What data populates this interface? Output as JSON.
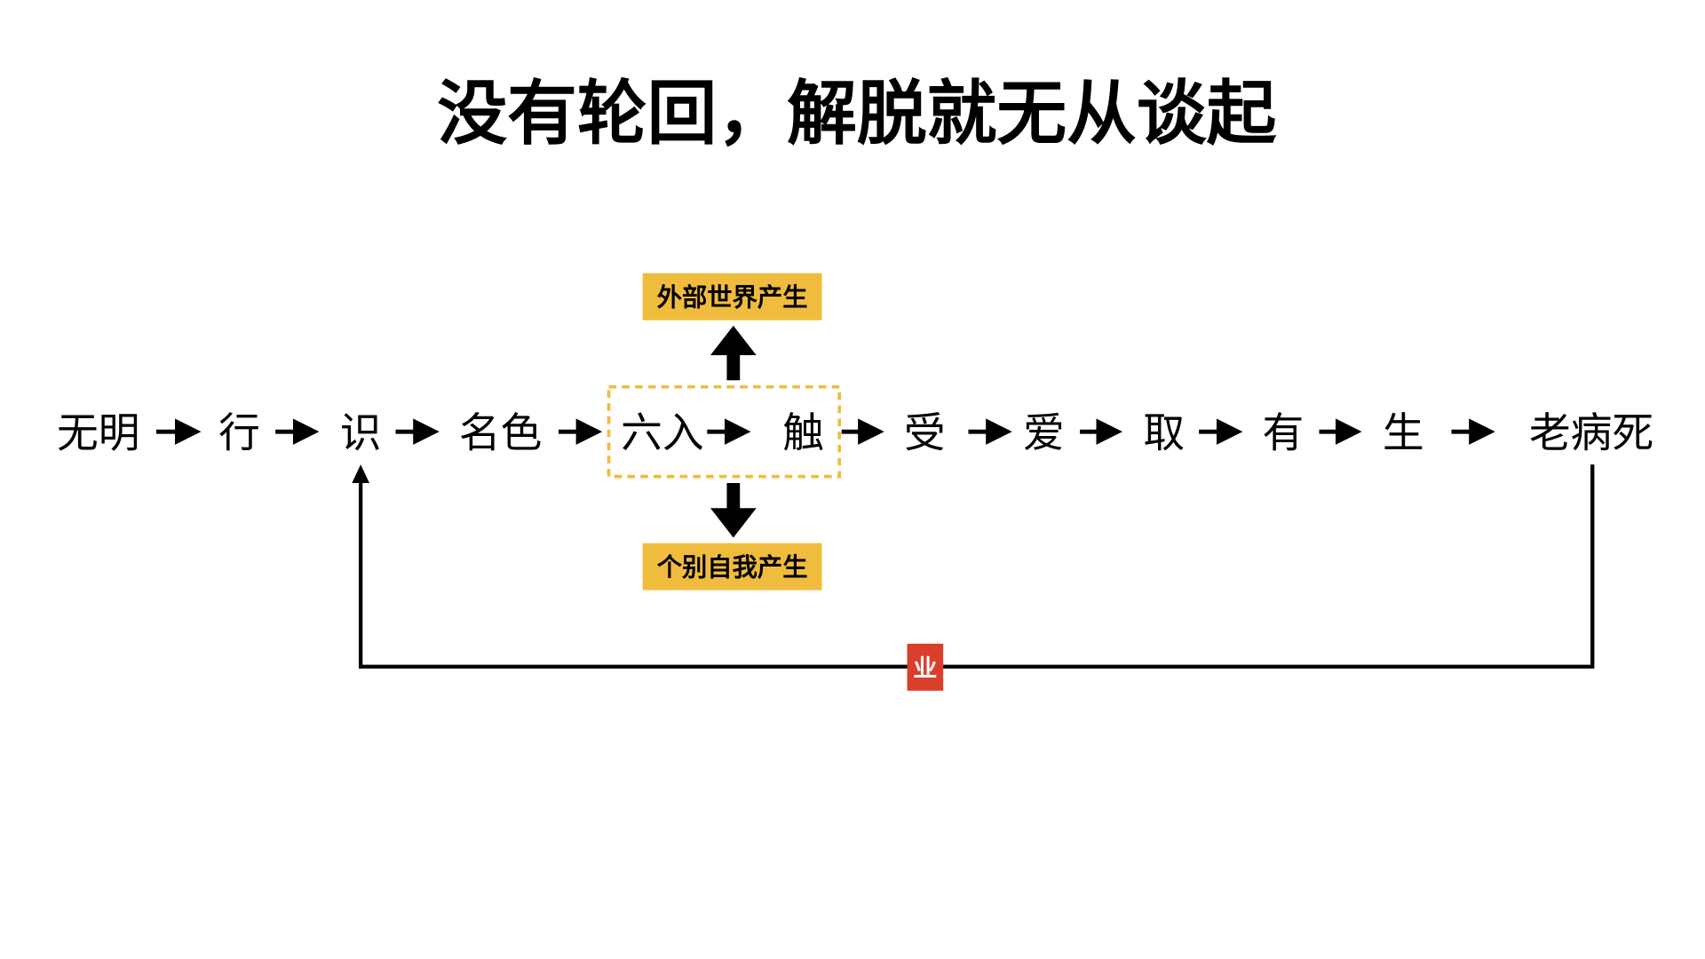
{
  "title": "没有轮回，解脱就无从谈起",
  "nodes": [
    "无明",
    "行",
    "识",
    "名色",
    "六入",
    "触",
    "受",
    "爱",
    "取",
    "有",
    "生",
    "老病死"
  ],
  "top_label": "外部世界产生",
  "bottom_label": "个别自我产生",
  "loop_label": "业",
  "colors": {
    "label_bg": "#F0BC3E",
    "dashed_border": "#F0BC3E",
    "loop_badge": "#D93F2B",
    "ink": "#000000"
  }
}
